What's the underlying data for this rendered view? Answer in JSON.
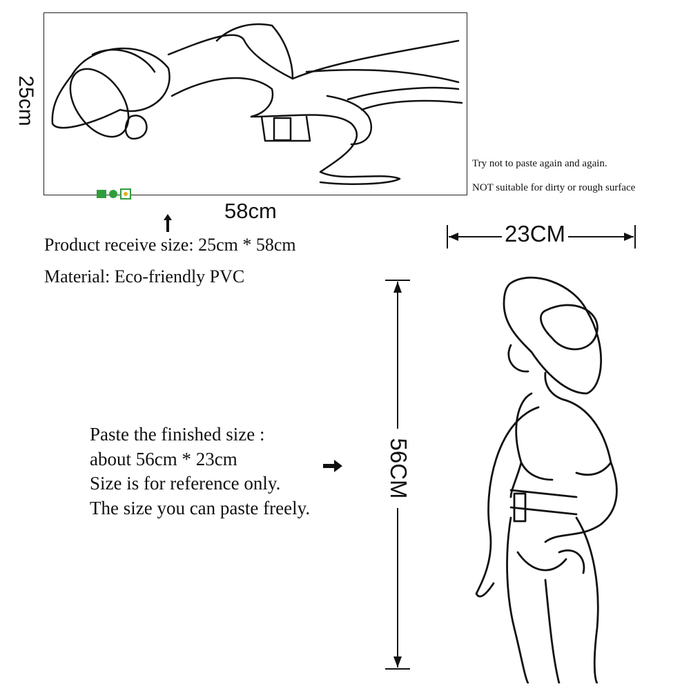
{
  "dimensions": {
    "sheet_height_label": "25cm",
    "sheet_width_label": "58cm",
    "finished_width_label": "23CM",
    "finished_height_label": "56CM"
  },
  "tips": {
    "line1": "Try not to paste again and again.",
    "line2": "NOT suitable for dirty or rough surface"
  },
  "product": {
    "receive_size": "Product receive size: 25cm * 58cm",
    "material": "Material: Eco-friendly PVC"
  },
  "finished": {
    "line1": "Paste the finished size :",
    "line2": "about 56cm * 23cm",
    "line3": "Size is for reference only.",
    "line4": "The size you can paste freely."
  },
  "icons": {
    "up_arrow": "up-arrow-icon",
    "right_arrow": "right-arrow-icon",
    "eco": "eco-label-icons"
  },
  "colors": {
    "line": "#111111",
    "eco_green": "#2e9e3a"
  }
}
